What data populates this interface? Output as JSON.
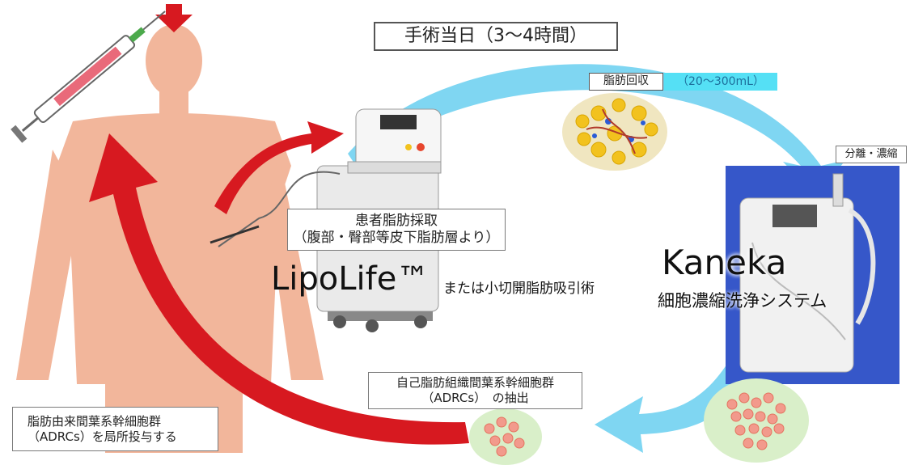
{
  "title": "手術当日（3〜4時間）",
  "steps": {
    "harvest_line1": "患者脂肪採取",
    "harvest_line2": "（腹部・臀部等皮下脂肪層より）",
    "device_name": "LipoLife™",
    "device_alt": "または小切開脂肪吸引術",
    "recovery_label": "脂肪回収",
    "recovery_volume": "（20〜300mL）",
    "separation_label": "分離・濃縮",
    "system_name": "Kaneka",
    "system_subtitle": "細胞濃縮洗浄システム",
    "extraction_line1": "自己脂肪組織間葉系幹細胞群",
    "extraction_line2": "（ADRCs）　の抽出",
    "injection_line1": "脂肪由来間葉系幹細胞群",
    "injection_line2": "（ADRCs）を局所投与する"
  },
  "colors": {
    "flow_arrow": "#7fd6f2",
    "return_arrow": "#d71920",
    "skin": "#f2b69b",
    "blue_panel": "#3657c9",
    "fat_ellipse": "#f0e6c0",
    "cell_ellipse": "#d9efc9",
    "cell": "#f29a8c",
    "fat_cell": "#f2c21e"
  },
  "icons": [
    "syringe-icon",
    "down-arrow-icon",
    "body-figure",
    "lipolife-machine-icon",
    "kaneka-machine-icon",
    "fat-cells-icon",
    "stem-cells-icon"
  ]
}
